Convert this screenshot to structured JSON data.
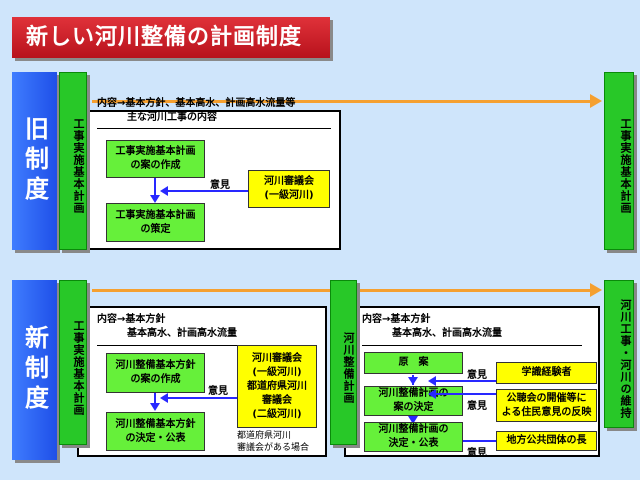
{
  "title": "新しい河川整備の計画制度",
  "old": {
    "label": "旧制度",
    "plan_bar": "工事実施基本計画",
    "right_bar": "工事実施基本計画",
    "content_line1": "内容→基本方針、基本高水、計画高水流量等",
    "content_line2": "　　　主な河川工事の内容",
    "step1": "工事実施基本計画\nの案の作成",
    "step2": "工事実施基本計画\nの策定",
    "council": "河川審議会\n(一級河川)",
    "opinion": "意見"
  },
  "new": {
    "label": "新制度",
    "plan_bar": "工事実施基本計画",
    "content_line1": "内容→基本方針",
    "content_line2": "　　　基本高水、計画高水流量",
    "step1": "河川整備基本方針\nの案の作成",
    "step2": "河川整備基本方針\nの決定・公表",
    "council": "河川審議会\n(一級河川)\n都道府県河川\n審議会\n(二級河川)",
    "note": "都道府県河川\n審議会がある場合",
    "opinion": "意見",
    "plan2_bar": "河川整備計画",
    "plan2_content_line1": "内容→基本方針",
    "plan2_content_line2": "　　　基本高水、計画高水流量",
    "draft": "原　案",
    "plan2_step2": "河川整備計画の\n案の決定",
    "plan2_step3": "河川整備計画の\n決定・公表",
    "experts": "学識経験者",
    "hearings": "公聴会の開催等に\nよる住民意見の反映",
    "local_heads": "地方公共団体の長",
    "opinion1": "意見",
    "opinion2": "意見",
    "opinion3": "意見",
    "right_bar": "河川工事・河川の維持"
  }
}
